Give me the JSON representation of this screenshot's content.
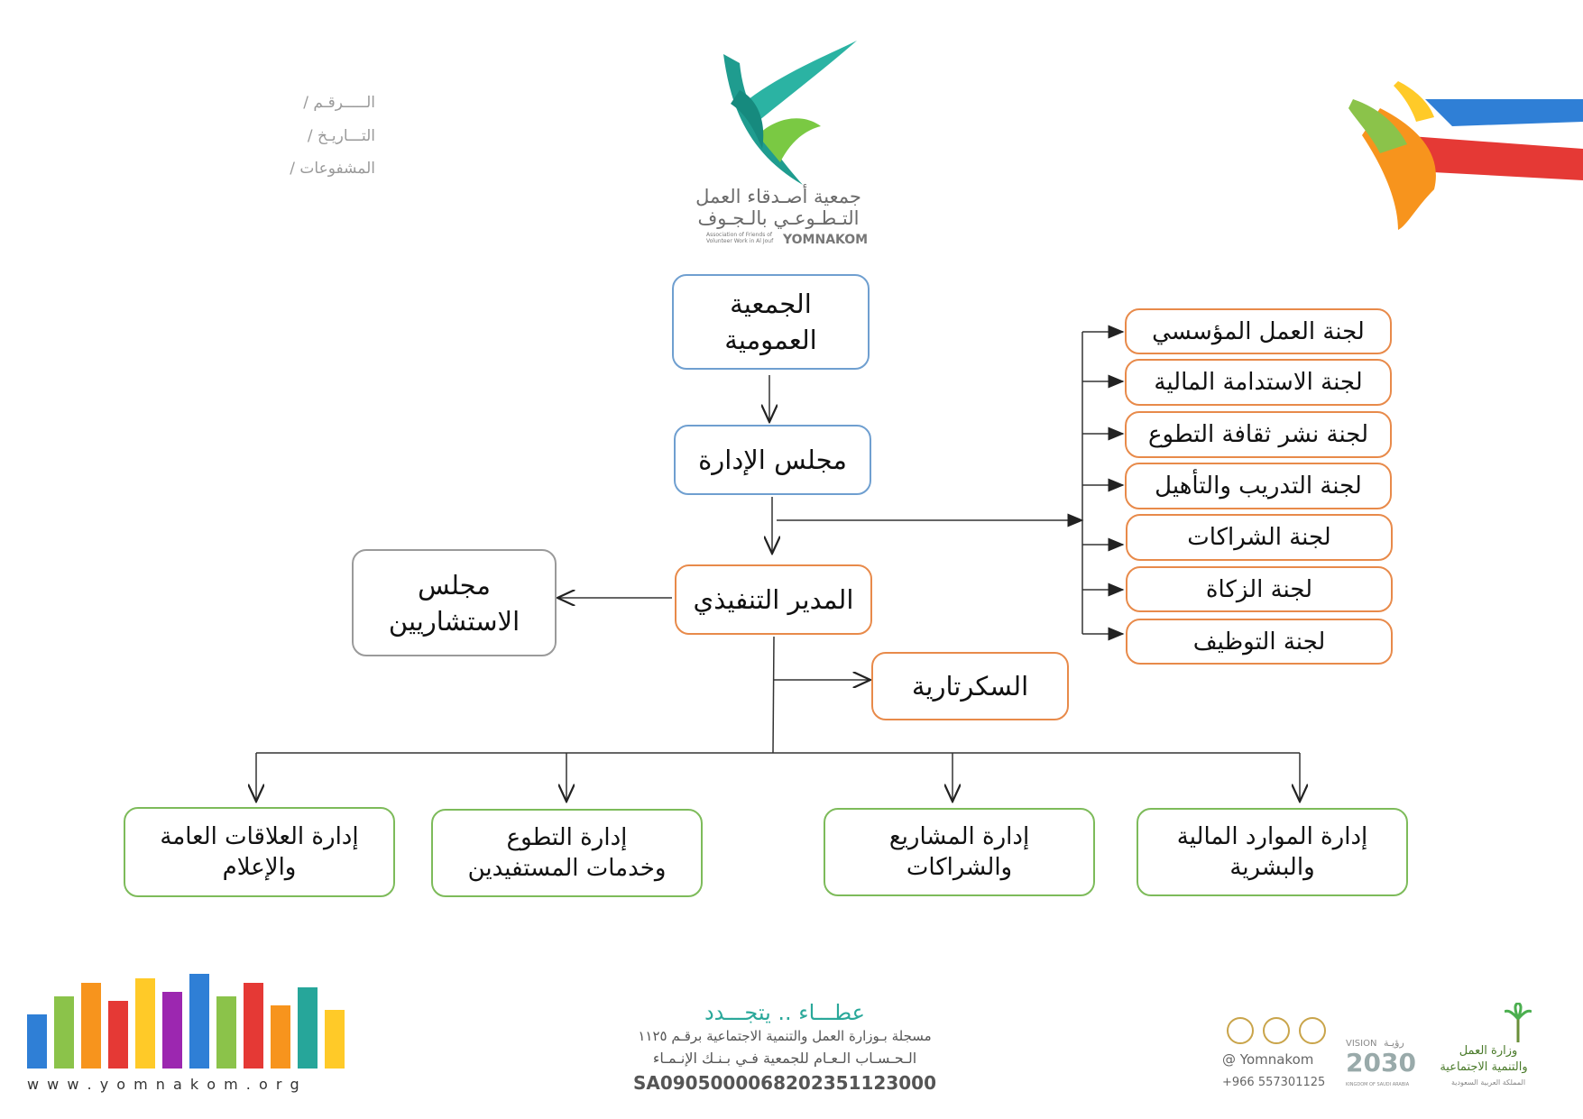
{
  "header": {
    "meta": [
      "الـــــرقـم /",
      "التـــاريـخ /",
      "المشفوعات /"
    ],
    "logo_ar_line1": "جمعية أصـدقاء العمل",
    "logo_ar_line2": "التـطـوعـي بالـجـوف",
    "logo_en_small": "Association of Friends of Volunteer Work in Al Jouf",
    "logo_en": "YOMNAKOM",
    "accent_teal": "#2aa89a"
  },
  "chart": {
    "general_assembly": "الجمعية\nالعمومية",
    "board": "مجلس الإدارة",
    "executive_director": "المدير التنفيذي",
    "advisory_council": "مجلس\nالاستشاريين",
    "secretariat": "السكرتارية",
    "committees": [
      "لجنة العمل المؤسسي",
      "لجنة الاستدامة المالية",
      "لجنة نشر ثقافة التطوع",
      "لجنة التدريب والتأهيل",
      "لجنة الشراكات",
      "لجنة الزكاة",
      "لجنة التوظيف"
    ],
    "departments": [
      "إدارة العلاقات العامة\nوالإعلام",
      "إدارة التطوع\nوخدمات المستفيدين",
      "إدارة المشاريع\nوالشراكات",
      "إدارة الموارد المالية\nوالبشرية"
    ]
  },
  "footer": {
    "slogan": "عطـــاء .. يتجـــدد",
    "registration": "مسجلة بـوزارة العمل والتنمية الاجتماعية برقـم ١١٢٥",
    "account": "الـحـسـاب الـعـام للجمعية فـي بـنـك الإنـمـاء",
    "iban": "SA0905000068202351123000",
    "website": "w w w . y o m n a k o m . o r g",
    "social_handle": "@ Yomnakom",
    "phone": "+966 557301125",
    "vision_label": "VISION",
    "vision_ar": "رؤيـة",
    "vision_year": "2030",
    "vision_sub": "KINGDOM OF SAUDI ARABIA",
    "ministry_line1": "وزارة العمل",
    "ministry_line2": "والتنمية الاجتماعية",
    "ministry_line3": "المملكة العربية السعودية"
  }
}
